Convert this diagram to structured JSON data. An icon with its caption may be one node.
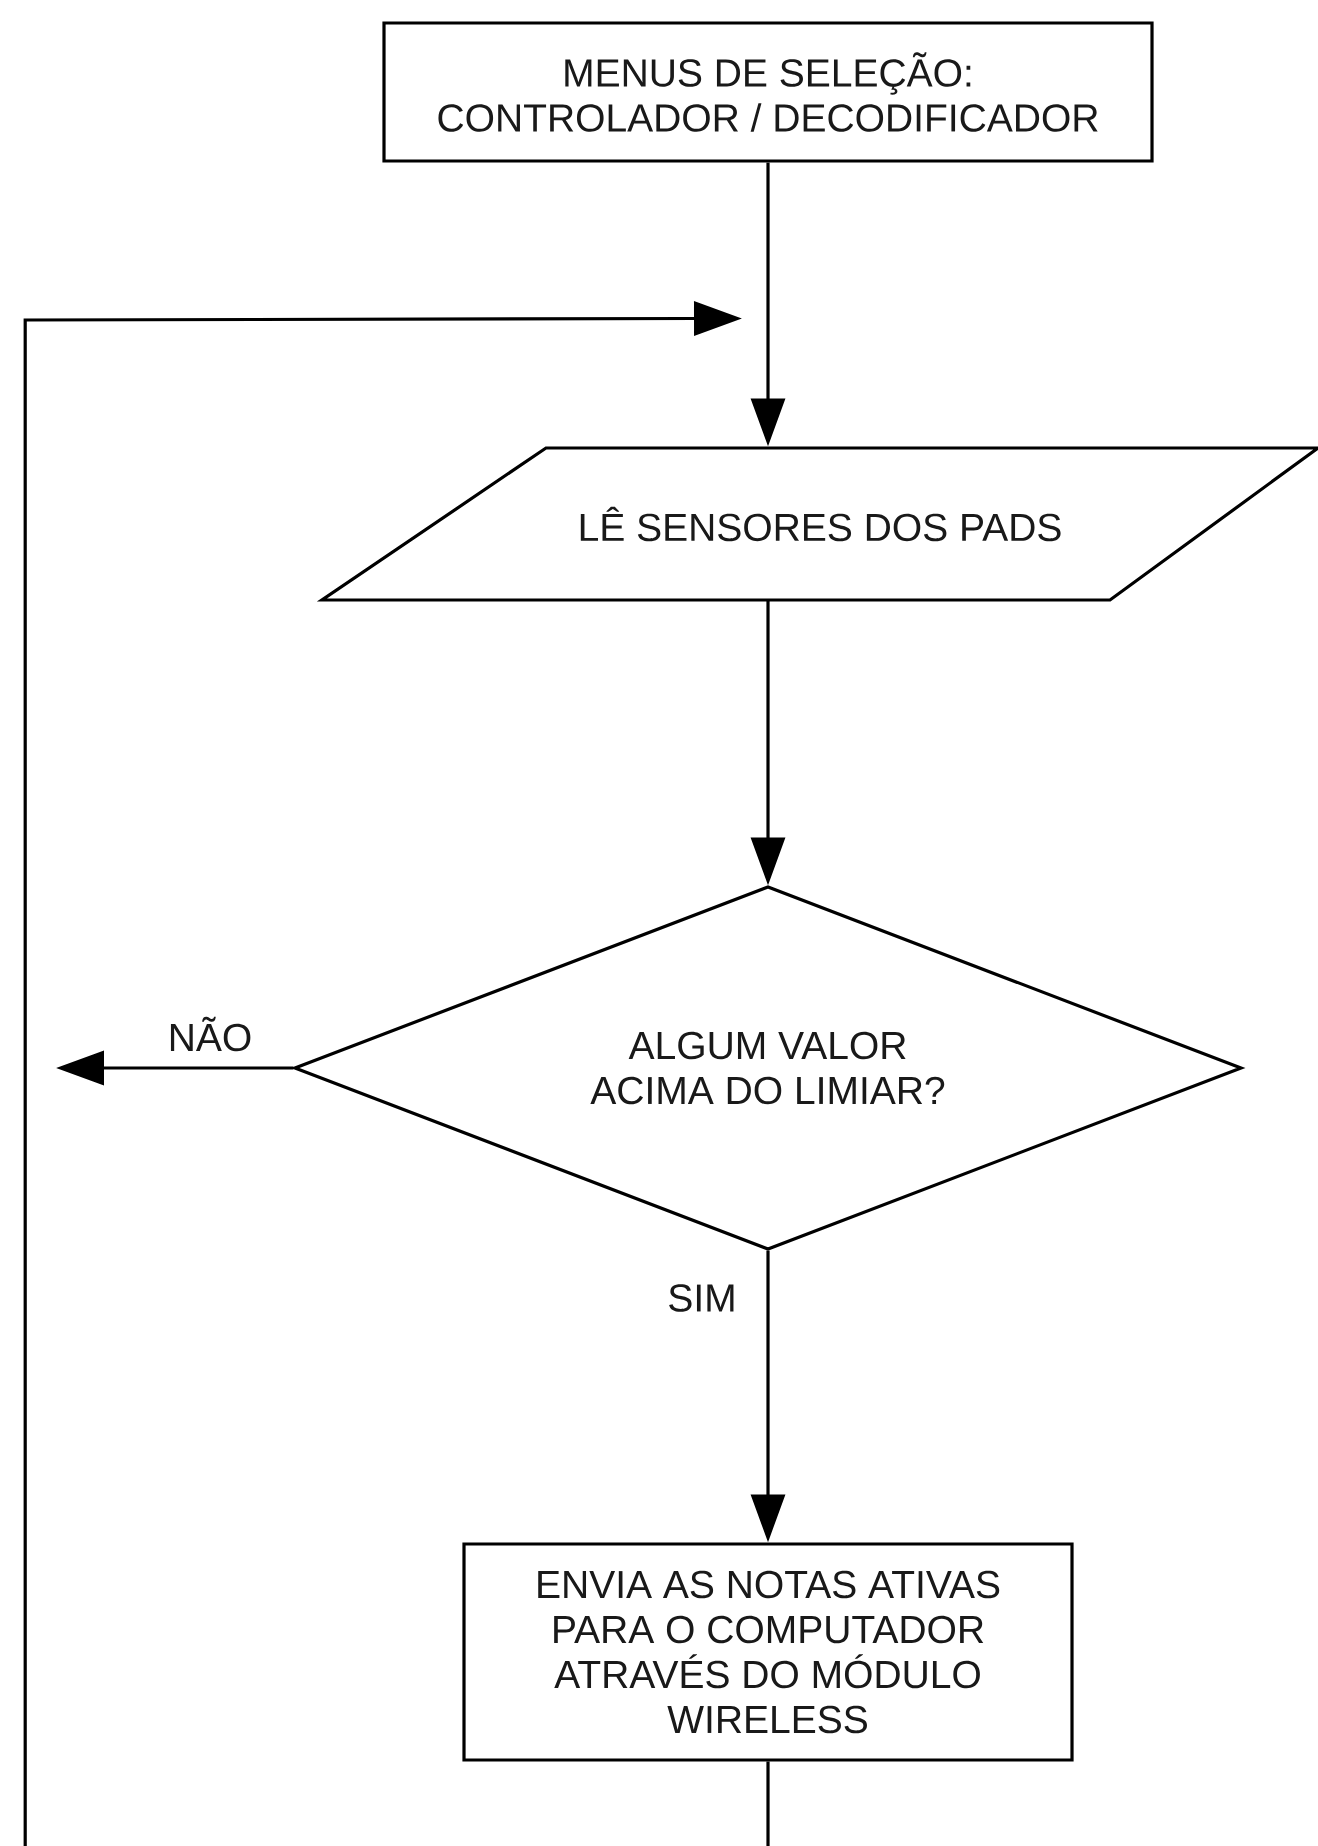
{
  "diagram": {
    "nodes": [
      {
        "text": [
          "MENUS DE SELEÇÃO: CONTROLADOR / DECODIFICADOR"
        ]
      },
      {
        "text": [
          "LÊ SENSORES DOS PADS"
        ]
      },
      {
        "text": [
          "ALGUM VALOR ACIMA DO LIMIAR?"
        ]
      },
      {
        "text": [
          "ENVIA AS NOTAS ATIVAS PARA O COMPUTADOR ATRAVÉS DO MÓDULO WIRELESS"
        ]
      }
    ],
    "edges": [
      {
        "from": 0,
        "to": 1,
        "arrow": "to"
      },
      {
        "from": 1,
        "to": 2,
        "arrow": "to"
      },
      {
        "from": 2,
        "to": null,
        "arrow": "to",
        "label": "NÃO"
      },
      {
        "from": 2,
        "to": 3,
        "arrow": "to",
        "label": "SIM"
      },
      {
        "from": 3,
        "to": 1,
        "arrow": "to"
      }
    ]
  }
}
